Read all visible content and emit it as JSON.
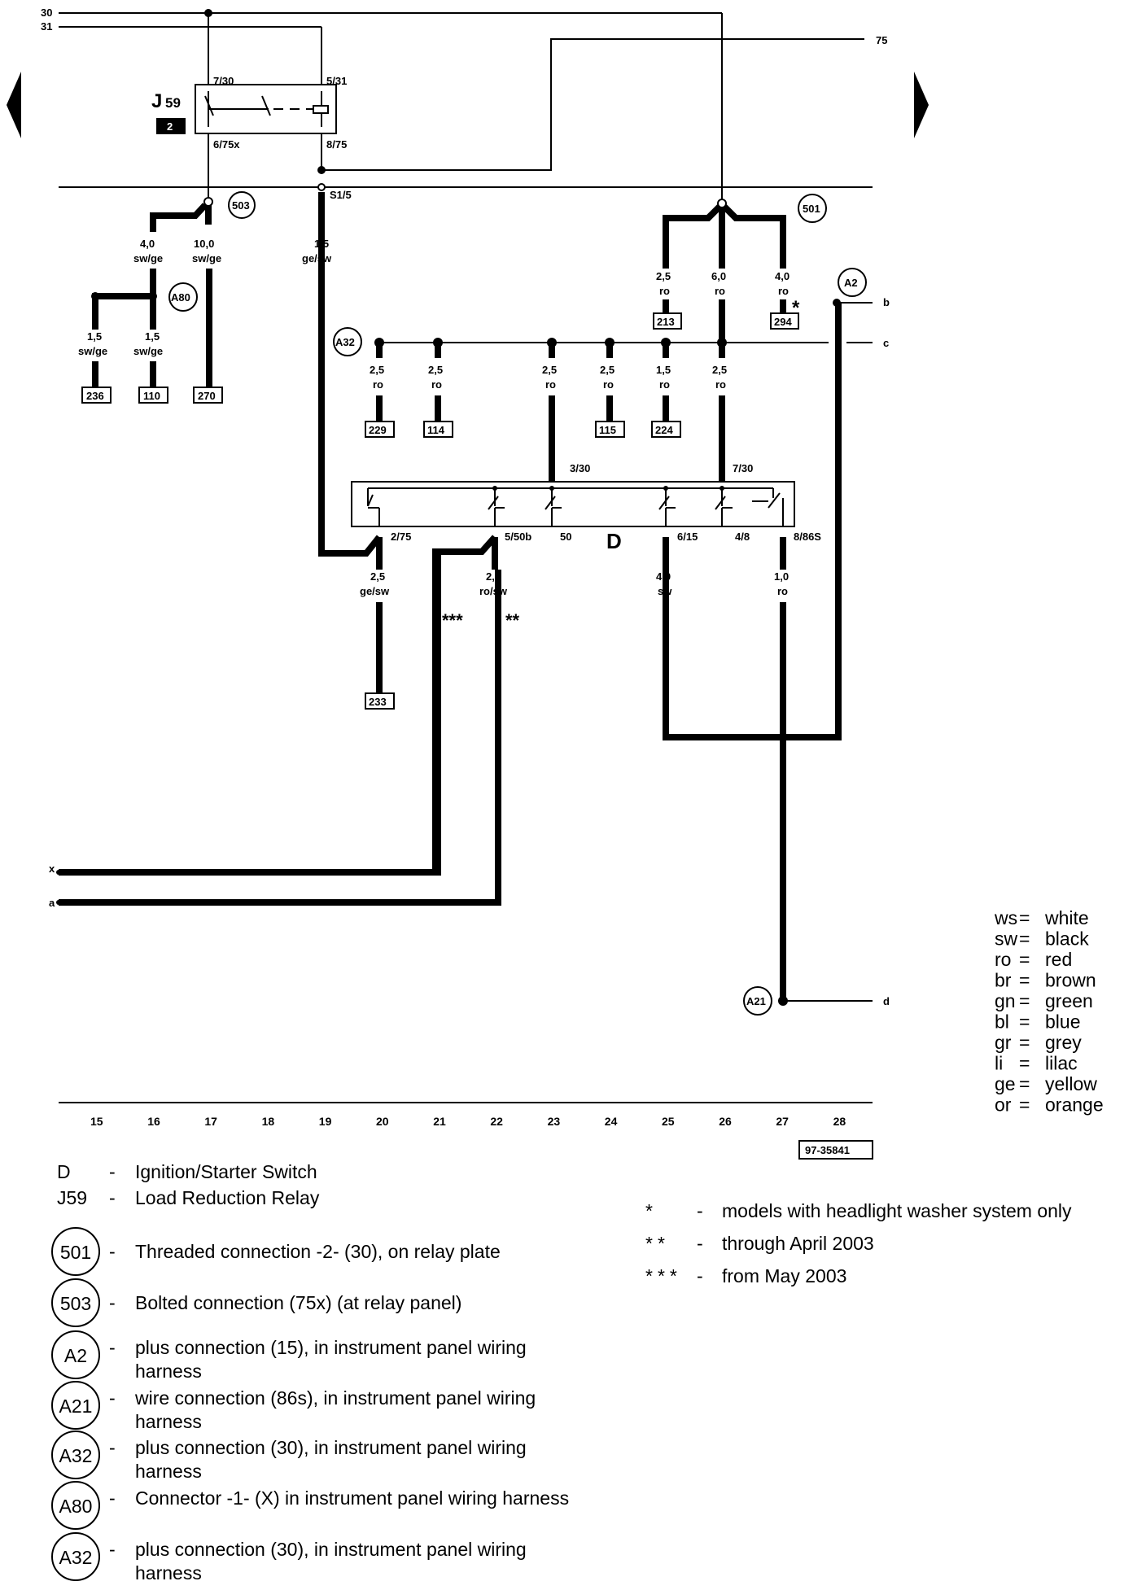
{
  "supply_lines": {
    "l30": "30",
    "l31": "31",
    "l75": "75"
  },
  "relay": {
    "name": "J59",
    "name_main": "J",
    "name_sub": "59",
    "badge": "2",
    "pins": {
      "p730": "7/30",
      "p531": "5/31",
      "p675x": "6/75x",
      "p875": "8/75"
    }
  },
  "s15": "S1/5",
  "connectors": {
    "c503": "503",
    "c501": "501",
    "a80": "A80",
    "a32": "A32",
    "a2": "A2",
    "a21": "A21"
  },
  "wires": {
    "w16": {
      "size": "4,0",
      "color": "sw/ge"
    },
    "w17": {
      "size": "10,0",
      "color": "sw/ge"
    },
    "w19": {
      "size": "1,5",
      "color": "ge/sw"
    },
    "w15b": {
      "size": "1,5",
      "color": "sw/ge"
    },
    "w16b": {
      "size": "1,5",
      "color": "sw/ge"
    },
    "w25a": {
      "size": "2,5",
      "color": "ro"
    },
    "w26a": {
      "size": "6,0",
      "color": "ro"
    },
    "w27a": {
      "size": "4,0",
      "color": "ro"
    },
    "w20b": {
      "size": "2,5",
      "color": "ro"
    },
    "w21b": {
      "size": "2,5",
      "color": "ro"
    },
    "w23b": {
      "size": "2,5",
      "color": "ro"
    },
    "w24b": {
      "size": "2,5",
      "color": "ro"
    },
    "w25b": {
      "size": "1,5",
      "color": "ro"
    },
    "w26b": {
      "size": "2,5",
      "color": "ro"
    },
    "w20c": {
      "size": "2,5",
      "color": "ge/sw"
    },
    "w22c": {
      "size": "2,5",
      "color": "ro/sw"
    },
    "w25c": {
      "size": "4,0",
      "color": "sw"
    },
    "w27c": {
      "size": "1,0",
      "color": "ro"
    }
  },
  "refs": {
    "r236": "236",
    "r110": "110",
    "r270": "270",
    "r213": "213",
    "r294": "294",
    "r229": "229",
    "r114": "114",
    "r115": "115",
    "r224": "224",
    "r233": "233"
  },
  "switch": {
    "name": "D",
    "pins": {
      "p330": "3/30",
      "p730": "7/30",
      "p275": "2/75",
      "p550b": "5/50b",
      "p50": "50",
      "p615": "6/15",
      "p48": "4/8",
      "p886s": "8/86S"
    }
  },
  "marks": {
    "star1": "*",
    "star2": "**",
    "star3": "***"
  },
  "edge_labels": {
    "b": "b",
    "c": "c",
    "d": "d",
    "x": "x",
    "a": "a"
  },
  "track_numbers": [
    "15",
    "16",
    "17",
    "18",
    "19",
    "20",
    "21",
    "22",
    "23",
    "24",
    "25",
    "26",
    "27",
    "28"
  ],
  "diagram_id": "97-35841",
  "color_key": [
    {
      "code": "ws",
      "eq": "=",
      "name": "white"
    },
    {
      "code": "sw",
      "eq": "=",
      "name": "black"
    },
    {
      "code": "ro",
      "eq": "=",
      "name": "red"
    },
    {
      "code": "br",
      "eq": "=",
      "name": "brown"
    },
    {
      "code": "gn",
      "eq": "=",
      "name": "green"
    },
    {
      "code": "bl",
      "eq": "=",
      "name": "blue"
    },
    {
      "code": "gr",
      "eq": "=",
      "name": "grey"
    },
    {
      "code": "li",
      "eq": "=",
      "name": "lilac"
    },
    {
      "code": "ge",
      "eq": "=",
      "name": "yellow"
    },
    {
      "code": "or",
      "eq": "=",
      "name": "orange"
    }
  ],
  "legend": {
    "components": [
      {
        "code": "D",
        "dash": "-",
        "text": "Ignition/Starter Switch"
      },
      {
        "code": "J59",
        "dash": "-",
        "text": "Load Reduction Relay"
      }
    ],
    "connections": [
      {
        "code": "501",
        "dash": "-",
        "text": "Threaded connection -2- (30), on relay plate"
      },
      {
        "code": "503",
        "dash": "-",
        "text": "Bolted connection (75x) (at relay panel)"
      },
      {
        "code": "A2",
        "dash": "-",
        "text": "plus connection (15), in instrument panel wiring harness"
      },
      {
        "code": "A21",
        "dash": "-",
        "text": "wire connection (86s), in instrument panel wiring harness"
      },
      {
        "code": "A32",
        "dash": "-",
        "text": "plus connection (30), in instrument panel wiring harness"
      },
      {
        "code": "A80",
        "dash": "-",
        "text": "Connector -1- (X) in instrument panel wiring harness"
      },
      {
        "code": "A32",
        "dash": "-",
        "text": "plus connection (30), in instrument panel wiring harness"
      }
    ],
    "notes": [
      {
        "mark": "*",
        "dash": "-",
        "text": "models with headlight washer system only"
      },
      {
        "mark": "**",
        "dash": "-",
        "text": "through April 2003"
      },
      {
        "mark": "***",
        "dash": "-",
        "text": "from May 2003"
      }
    ]
  }
}
